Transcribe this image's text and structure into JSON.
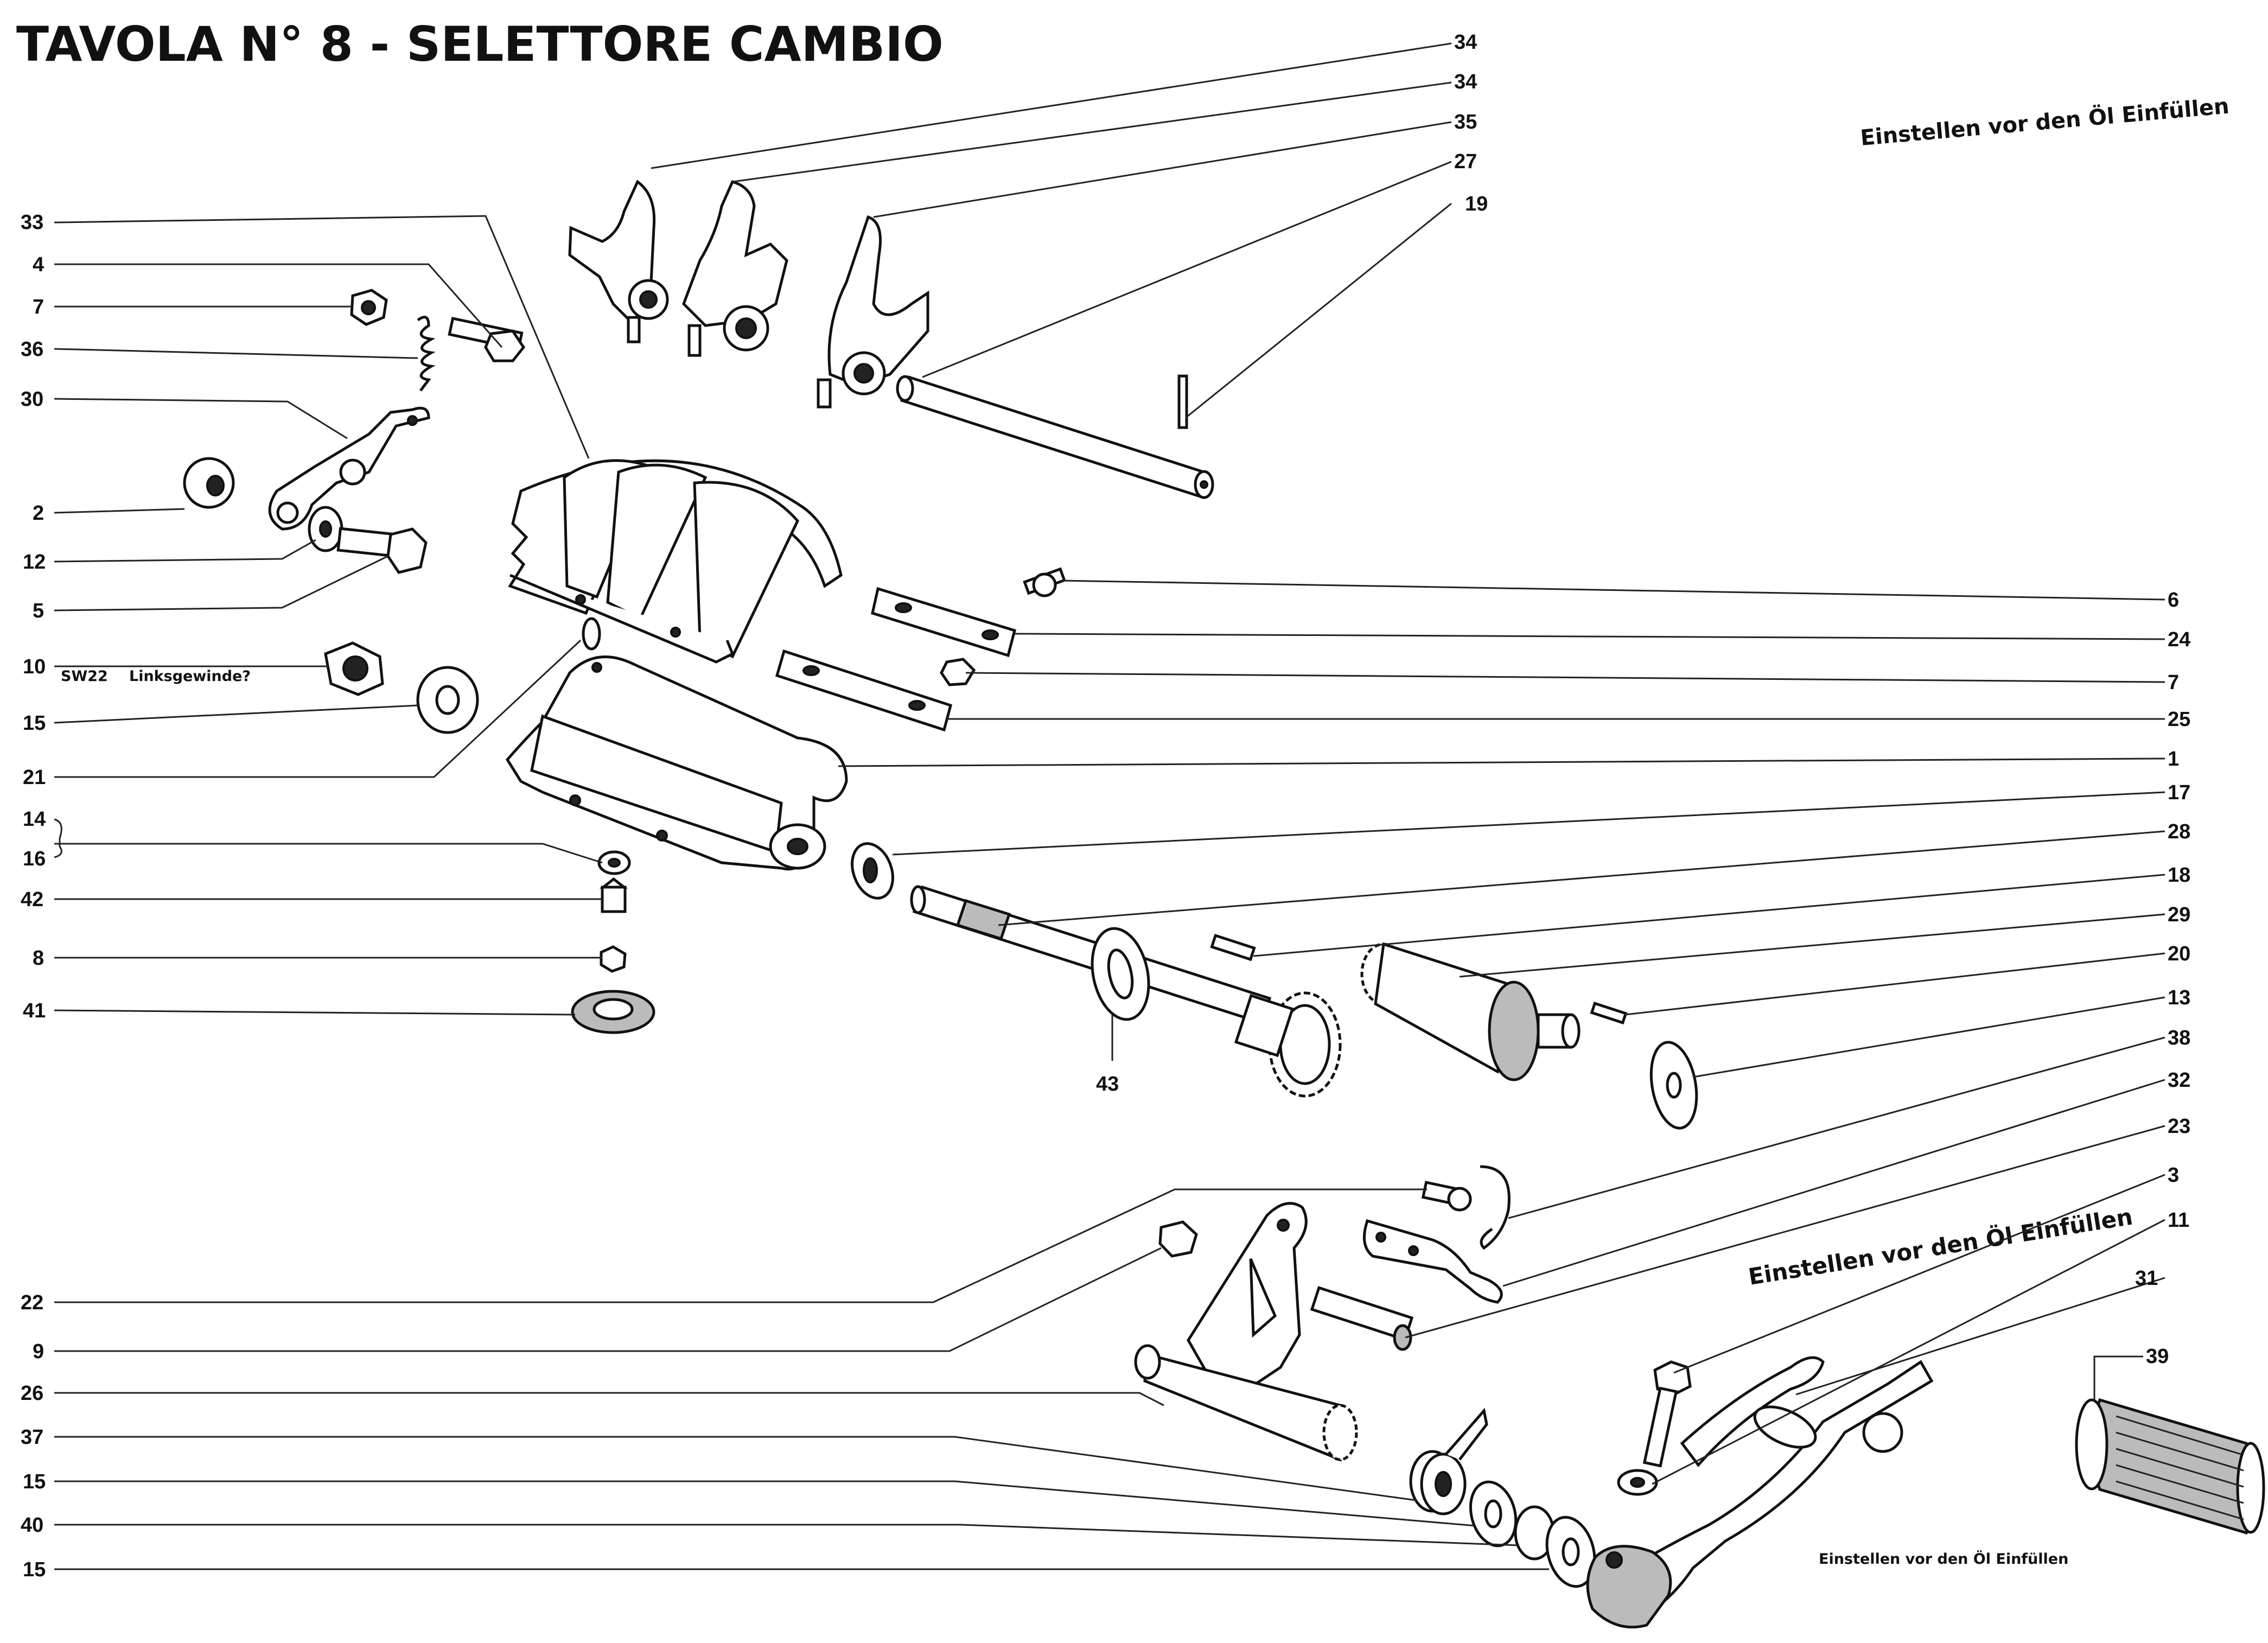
{
  "title": "TAVOLA N° 8 - SELETTORE CAMBIO",
  "notes": {
    "adjust_top": "Einstellen vor den Öl Einfüllen",
    "adjust_mid": "Einstellen vor den Öl Einfüllen",
    "adjust_bottom": "Einstellen vor den Öl Einfüllen",
    "sw22": "SW22",
    "left_thread": "Linksgewinde?"
  },
  "callouts": {
    "top": [
      "34",
      "34",
      "35",
      "27",
      "19"
    ],
    "left": [
      "33",
      "4",
      "7",
      "36",
      "30",
      "2",
      "12",
      "5",
      "10",
      "15",
      "21",
      "14",
      "16",
      "42",
      "8",
      "41"
    ],
    "right": [
      "6",
      "24",
      "7",
      "25",
      "1",
      "17",
      "28",
      "18",
      "29",
      "20",
      "13",
      "38",
      "32",
      "23",
      "3",
      "11",
      "31"
    ],
    "shaft": "43",
    "bottom_left": [
      "22",
      "9",
      "26",
      "37",
      "15",
      "40",
      "15"
    ],
    "pedal": "39"
  }
}
